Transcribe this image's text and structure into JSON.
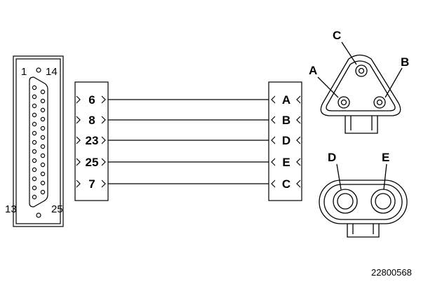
{
  "db25": {
    "pin_top_left": "1",
    "pin_top_right": "14",
    "pin_bottom_left": "13",
    "pin_bottom_right": "25"
  },
  "harness": {
    "left_pins": [
      "6",
      "8",
      "23",
      "25",
      "7"
    ],
    "right_pins": [
      "A",
      "B",
      "D",
      "E",
      "C"
    ]
  },
  "triangle_connector": {
    "label_c": "C",
    "label_a": "A",
    "label_b": "B"
  },
  "oval_connector": {
    "label_d": "D",
    "label_e": "E"
  },
  "figure_number": "22800568",
  "colors": {
    "line": "#000000",
    "background": "#ffffff"
  }
}
